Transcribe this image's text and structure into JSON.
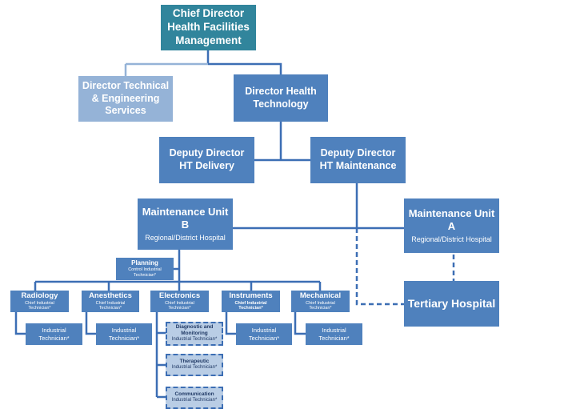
{
  "chief": {
    "line1": "Chief Director",
    "line2": "Health Facilities",
    "line3": "Management"
  },
  "director_tech": {
    "line1": "Director Technical",
    "line2": "& Engineering",
    "line3": "Services"
  },
  "director_ht": {
    "line1": "Director Health",
    "line2": "Technology"
  },
  "deputy_delivery": {
    "line1": "Deputy Director",
    "line2": "HT Delivery"
  },
  "deputy_maintenance": {
    "line1": "Deputy Director",
    "line2": "HT Maintenance"
  },
  "unit_b": {
    "line1": "Maintenance Unit",
    "line2": "B",
    "sub": "Regional/District Hospital"
  },
  "unit_a": {
    "line1": "Maintenance Unit",
    "line2": "A",
    "sub": "Regional/District Hospital"
  },
  "tertiary": {
    "label": "Tertiary Hospital"
  },
  "planning": {
    "name": "Planning",
    "sub1": "Control Industrial",
    "sub2": "Technician*"
  },
  "departments": [
    {
      "name": "Radiology",
      "sub1": "Chief Industrial",
      "sub2": "Technician*"
    },
    {
      "name": "Anesthetics",
      "sub1": "Chief Industrial",
      "sub2": "Technician*"
    },
    {
      "name": "Electronics",
      "sub1": "Chief Industrial",
      "sub2": "Technician*"
    },
    {
      "name": "Instruments",
      "sub1": "Chief Industrial",
      "sub2": "Technician*"
    },
    {
      "name": "Mechanical",
      "sub1": "Chief Industrial",
      "sub2": "Technician*"
    }
  ],
  "technicians": [
    {
      "line1": "Industrial",
      "line2": "Technician*"
    },
    {
      "line1": "Industrial",
      "line2": "Technician*"
    },
    {
      "line1": "Industrial",
      "line2": "Technician*"
    },
    {
      "line1": "Industrial",
      "line2": "Technician*"
    }
  ],
  "electronics_subunits": [
    {
      "name1": "Diagnostic and",
      "name2": "Monitoring",
      "sub": "Industrial Technician*"
    },
    {
      "name1": "Therapeutic",
      "name2": "",
      "sub": "Industrial Technician*"
    },
    {
      "name1": "Communication",
      "name2": "",
      "sub": "Industrial Technician*"
    }
  ],
  "colors": {
    "teal": "#31859c",
    "blue": "#4f81bd",
    "light_blue": "#95b3d7",
    "pale_blue": "#b9cde5",
    "line": "#3c6eb4"
  }
}
